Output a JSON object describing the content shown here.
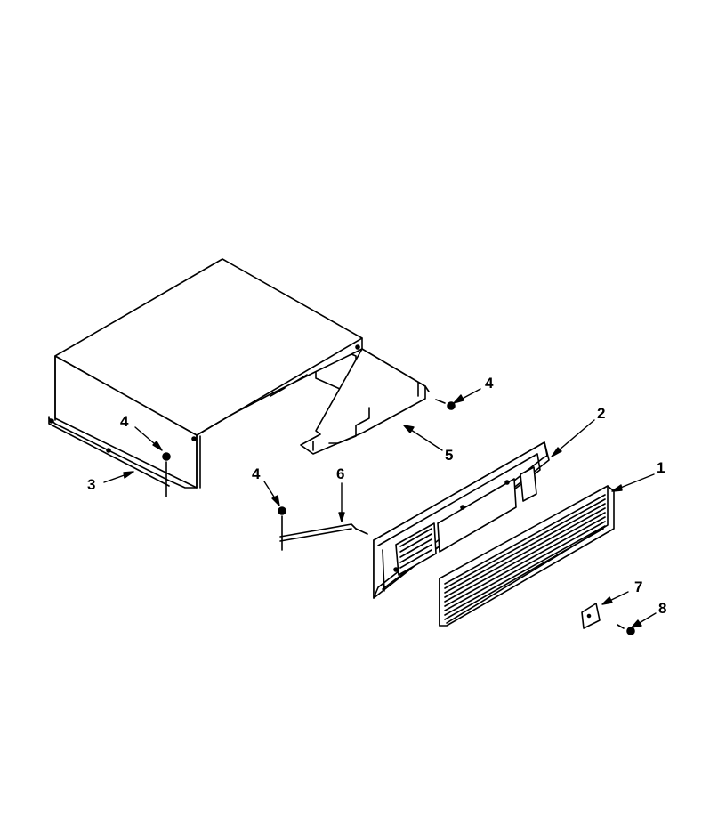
{
  "diagram": {
    "callouts": {
      "c1": "1",
      "c2": "2",
      "c3": "3",
      "c4a": "4",
      "c4b": "4",
      "c4c": "4",
      "c5": "5",
      "c6": "6",
      "c7": "7",
      "c8": "8"
    },
    "line_color": "#000000",
    "background": "#ffffff"
  }
}
